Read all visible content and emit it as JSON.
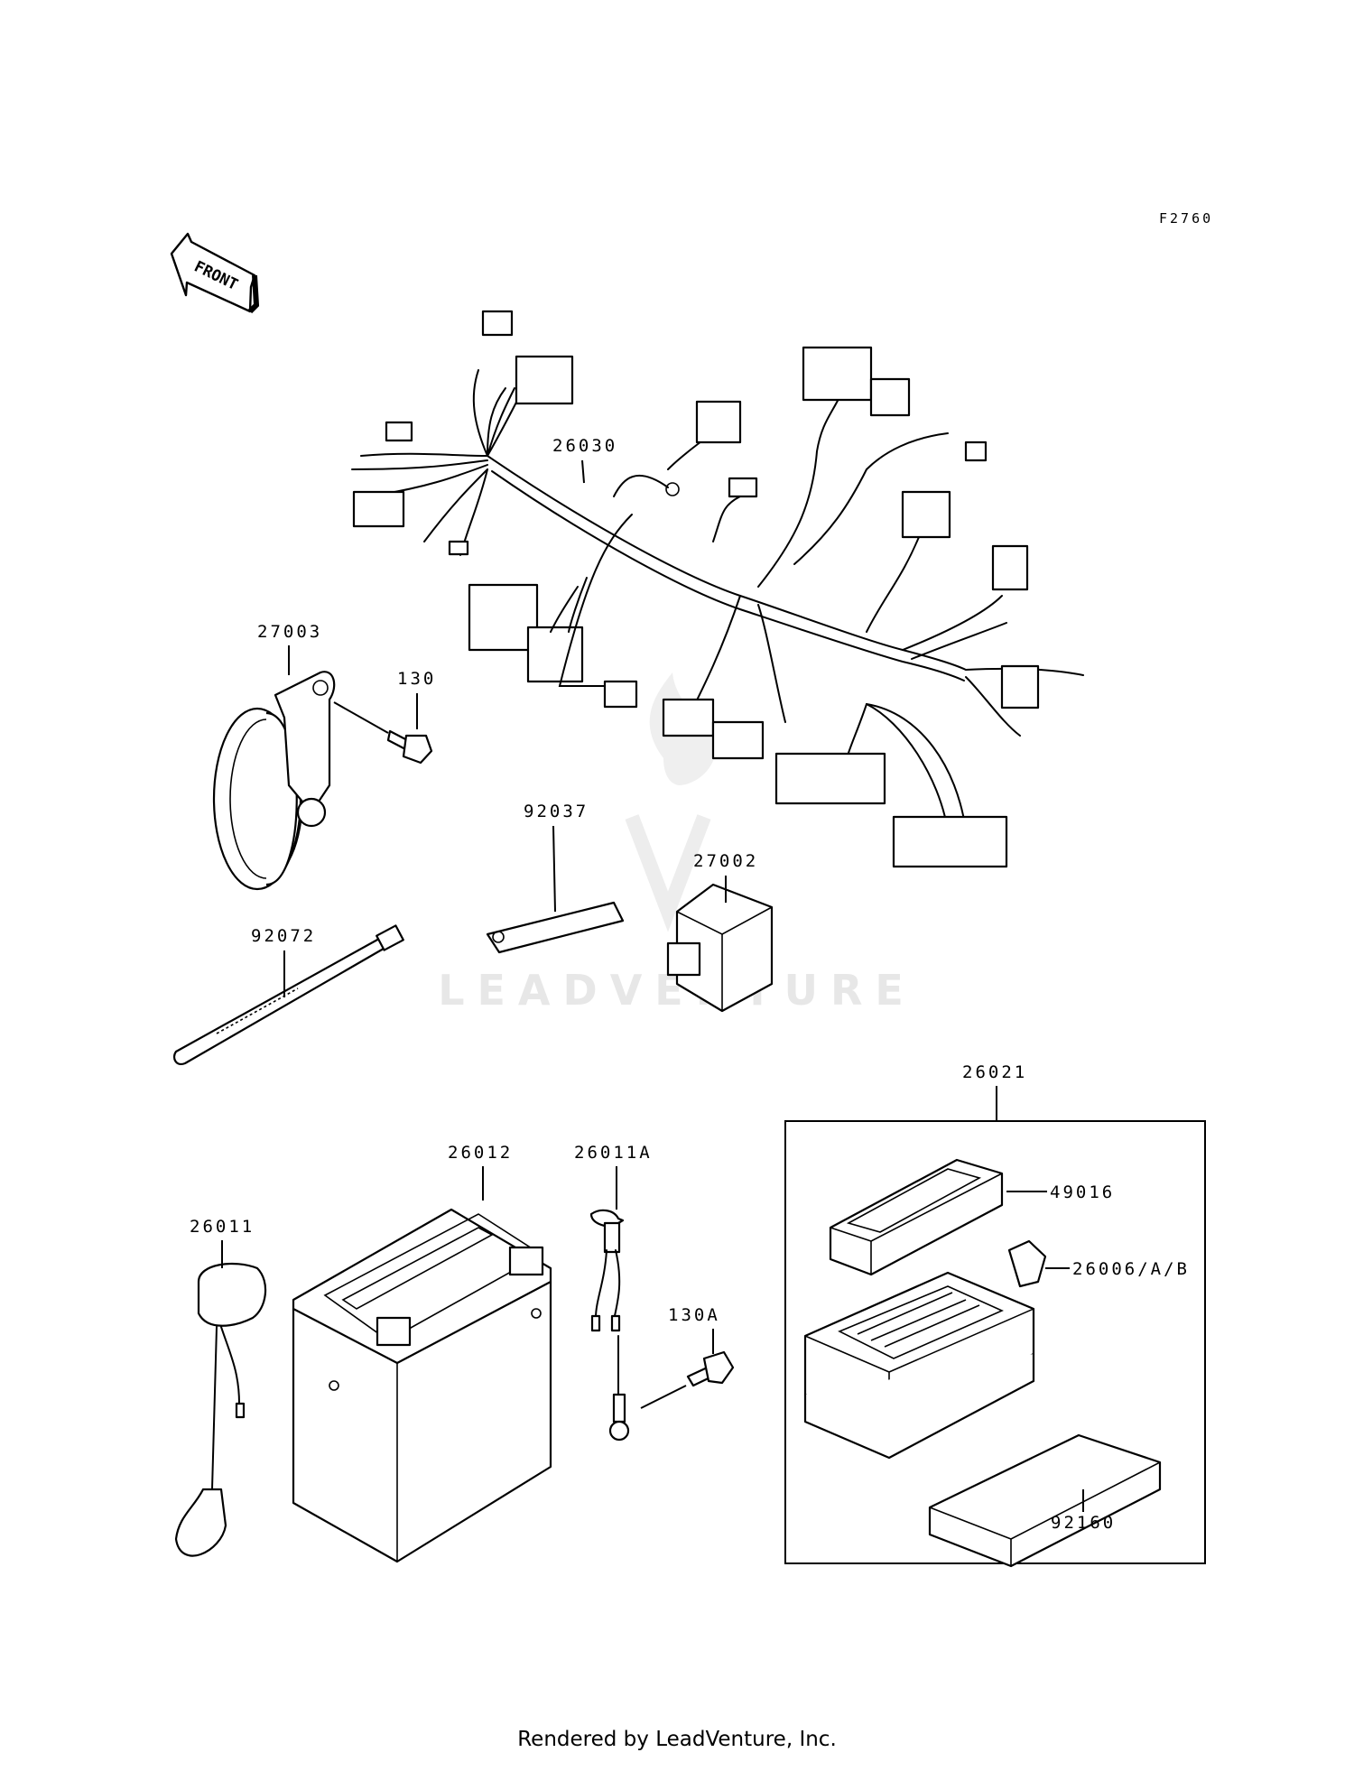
{
  "diagram_ref": "F2760",
  "front_label": "FRONT",
  "watermark": "LEADVENTURE",
  "footer": "Rendered by LeadVenture, Inc.",
  "parts": {
    "harness": "26030",
    "horn": "27003",
    "bolt": "130",
    "strap": "92037",
    "relay": "27002",
    "band": "92072",
    "battery": "26012",
    "battery_lead": "26011",
    "ground_lead": "26011A",
    "bolt_a": "130A",
    "fuse_box_assy": "26021",
    "fuse_cover": "49016",
    "fuse": "26006/A/B",
    "fuse_box_cover": "92160"
  },
  "colors": {
    "line": "#000000",
    "background": "#ffffff",
    "watermark": "#e7e7e7"
  }
}
